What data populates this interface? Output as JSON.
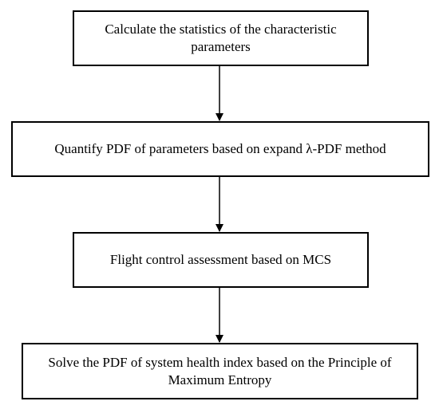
{
  "steps": [
    {
      "label": "Calculate the statistics of the characteristic parameters"
    },
    {
      "label": "Quantify PDF of parameters based on expand λ-PDF method"
    },
    {
      "label": "Flight control assessment based on MCS"
    },
    {
      "label": "Solve the PDF of system health index based on the Principle of Maximum Entropy"
    }
  ],
  "colors": {
    "stroke": "#000000",
    "background": "#ffffff"
  }
}
